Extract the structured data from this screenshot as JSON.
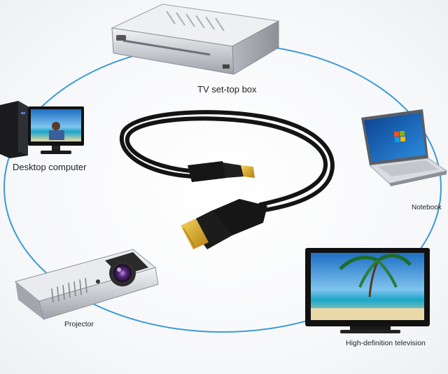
{
  "devices": {
    "set_top_box": "TV set-top box",
    "desktop": "Desktop computer",
    "notebook": "Notebook",
    "projector": "Projector",
    "hdtv": "High-definition television"
  },
  "colors": {
    "ring": "#3a9ad9",
    "cable": "#141414",
    "connector_gold": "#d9a520"
  }
}
